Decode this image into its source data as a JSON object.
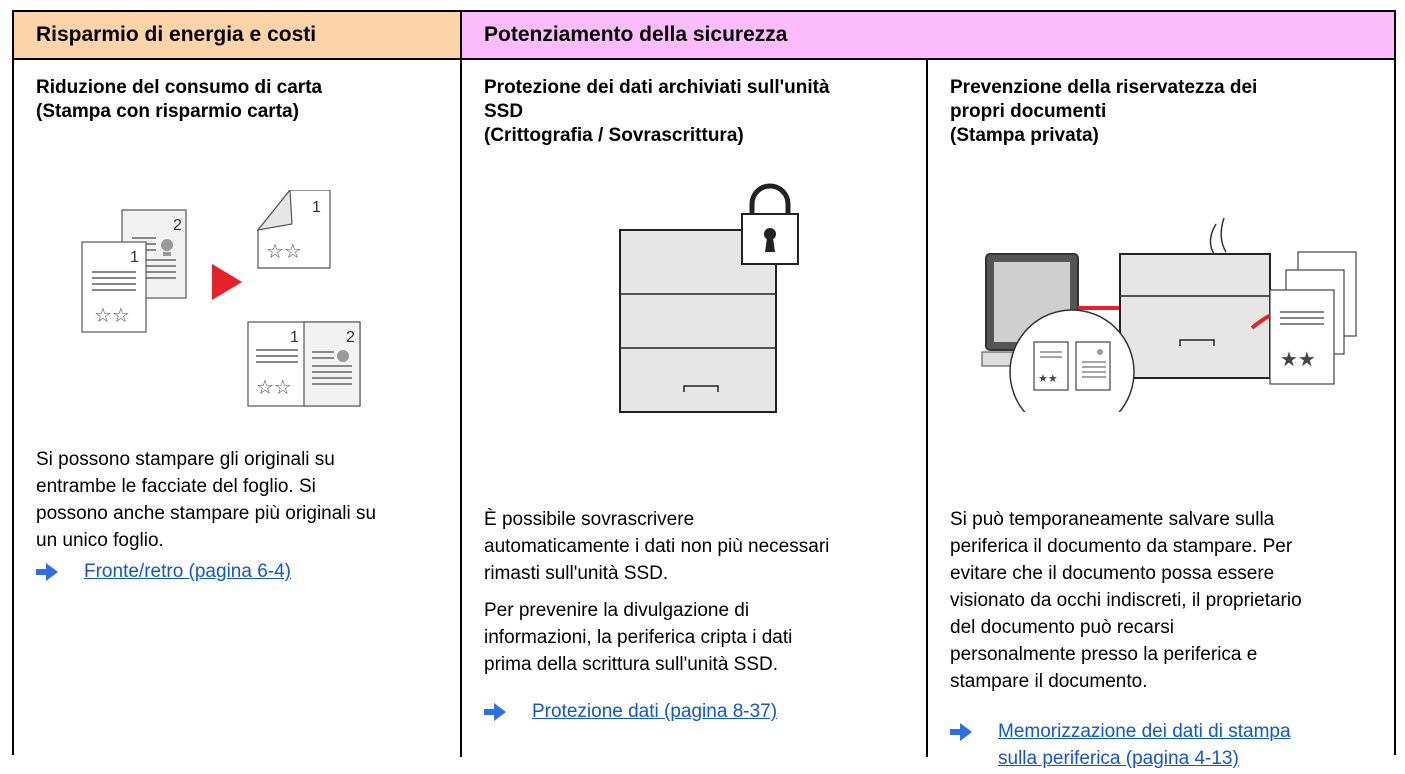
{
  "headers": {
    "energy": "Risparmio di energia e costi",
    "security": "Potenziamento della sicurezza"
  },
  "columns": [
    {
      "title_lines": [
        "Riduzione del consumo di carta",
        "(Stampa con risparmio carta)"
      ],
      "description": [
        "Si possono stampare gli originali su",
        "entrambe le facciate del foglio. Si",
        "possono anche stampare più originali su",
        "un unico foglio."
      ],
      "link_lines": [
        "Fronte/retro (pagina 6-4)"
      ]
    },
    {
      "title_lines": [
        "Protezione dei dati archiviati sull'unità",
        "SSD",
        "(Crittografia / Sovrascrittura)"
      ],
      "description_p1": [
        "È possibile sovrascrivere",
        "automaticamente i dati non più necessari",
        "rimasti sull'unità SSD."
      ],
      "description_p2": [
        "Per prevenire la divulgazione di",
        "informazioni, la periferica cripta i dati",
        "prima della scrittura sull'unità SSD."
      ],
      "link_lines": [
        "Protezione dati (pagina 8-37)"
      ]
    },
    {
      "title_lines": [
        "Prevenzione della riservatezza dei",
        "propri documenti",
        "(Stampa privata)"
      ],
      "description": [
        "Si può temporaneamente salvare sulla",
        "periferica il documento da stampare. Per",
        "evitare che il documento possa essere",
        "visionato da occhi indiscreti, il proprietario",
        "del documento può recarsi",
        "personalmente presso la periferica e",
        "stampare il documento."
      ],
      "link_lines": [
        "Memorizzazione dei dati di stampa",
        "sulla periferica (pagina 4-13)"
      ]
    }
  ],
  "illustration_labels": {
    "page_one": "1",
    "page_two": "2",
    "stars": "☆☆",
    "stars_filled": "★★"
  },
  "colors": {
    "energy_header": "#fdd4a9",
    "security_header": "#fbbcfb",
    "link": "#1256c9",
    "arrow": "#2f6fe0",
    "red_accent": "#e8202a"
  },
  "icons": [
    "arrow-right-icon",
    "padlock-icon",
    "printer-icon",
    "monitor-icon",
    "hand-icon",
    "document-icon"
  ]
}
